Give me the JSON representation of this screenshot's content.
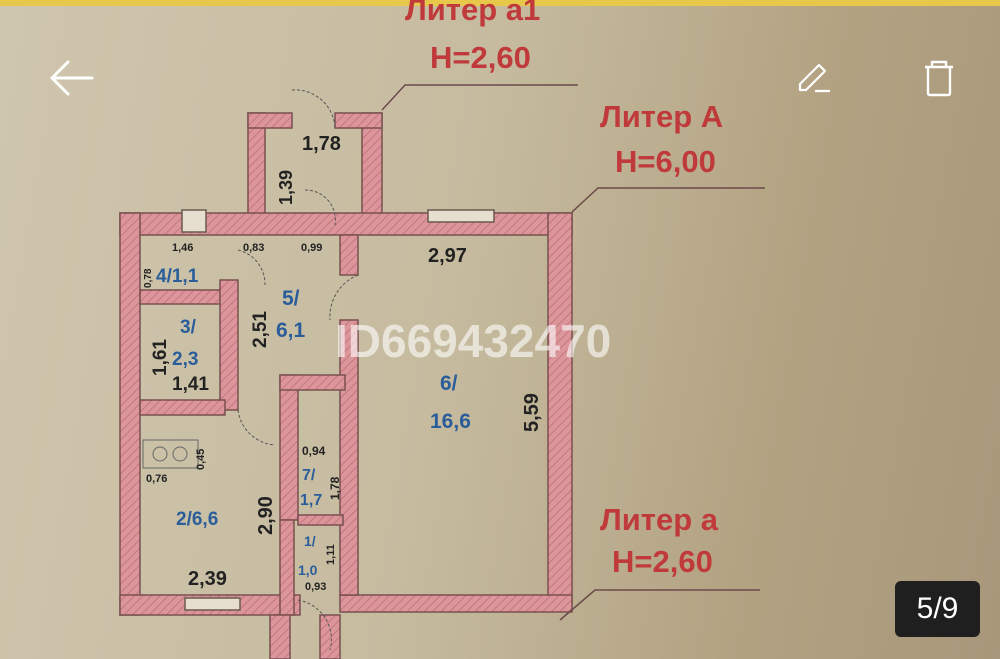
{
  "toolbar": {
    "back_icon": "arrow-left-icon",
    "edit_icon": "pencil-icon",
    "delete_icon": "trash-icon"
  },
  "counter": "5/9",
  "colors": {
    "wall": "#d98e93",
    "liter_text": "#c0393b",
    "room_text": "#2a5d9a",
    "top_strip": "#e8c84a"
  },
  "plan": {
    "watermark": "ID669432470",
    "liters": [
      {
        "name": "Литер а1",
        "height": "H=2,60"
      },
      {
        "name": "Литер А",
        "height": "H=6,00"
      },
      {
        "name": "Литер а",
        "height": "H=2,60"
      }
    ],
    "rooms": {
      "r1a": "1/",
      "r1b": "1,0",
      "r2": "2/6,6",
      "r3a": "3/",
      "r3b": "2,3",
      "r4": "4/1,1",
      "r5a": "5/",
      "r5b": "6,1",
      "r6a": "6/",
      "r6b": "16,6",
      "r7a": "7/",
      "r7b": "1,7"
    },
    "dims": {
      "d178top": "1,78",
      "d139": "1,39",
      "d146": "1,46",
      "d078": "0,78",
      "d083": "0,83",
      "d099": "0,99",
      "d297": "2,97",
      "d251": "2,51",
      "d161": "1,61",
      "d141": "1,41",
      "d559": "5,59",
      "d045": "0,45",
      "d076": "0,76",
      "d094": "0,94",
      "d178": "1,78",
      "d290": "2,90",
      "d111": "1,11",
      "d093": "0,93",
      "d239": "2,39"
    }
  }
}
